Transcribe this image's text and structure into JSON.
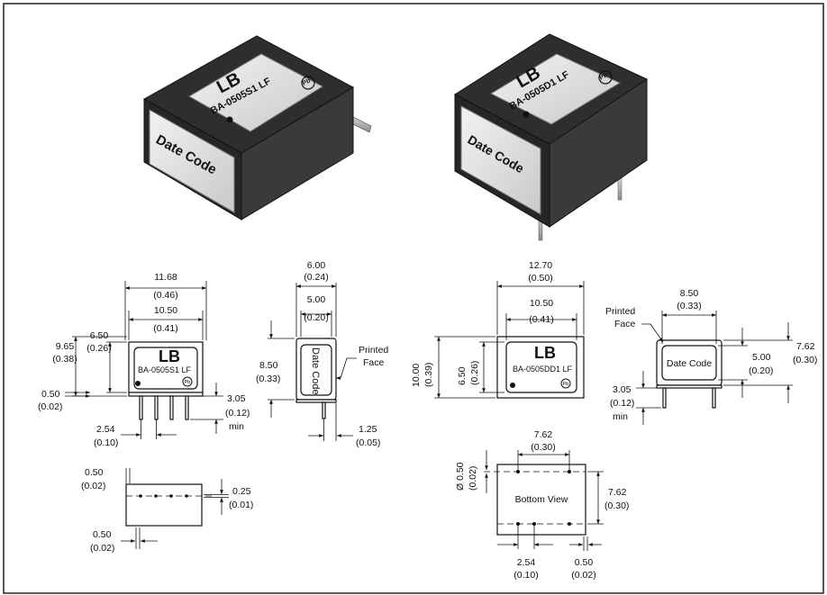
{
  "photo_left": {
    "part_marking": "BA-0505S1 LF",
    "date_code": "Date Code",
    "pb_mark": "Pb"
  },
  "photo_right": {
    "part_marking": "BA-0505D1 LF",
    "date_code": "Date Code",
    "pb_mark": "Pb"
  },
  "sip": {
    "front": {
      "part_marking": "BA-0505S1 LF",
      "pb_mark": "Pb",
      "dims": {
        "w_outer": "11.68",
        "w_outer_in": "(0.46)",
        "w_inner": "10.50",
        "w_inner_in": "(0.41)",
        "h_total": "9.65",
        "h_total_in": "(0.38)",
        "h_body": "6.50",
        "h_body_in": "(0.26)",
        "standoff": "0.50",
        "standoff_in": "(0.02)",
        "pin_len": "3.05",
        "pin_len_in": "(0.12)",
        "pin_len_min": "min",
        "pitch": "2.54",
        "pitch_in": "(0.10)"
      }
    },
    "side": {
      "date_code": "Date Code",
      "printed_face": [
        "Printed",
        "Face"
      ],
      "dims": {
        "depth_outer": "6.00",
        "depth_outer_in": "(0.24)",
        "depth_inner": "5.00",
        "depth_inner_in": "(0.20)",
        "height": "8.50",
        "height_in": "(0.33)",
        "pin_offset": "1.25",
        "pin_offset_in": "(0.05)"
      }
    },
    "bottom": {
      "dims": {
        "top_off": "0.50",
        "top_off_in": "(0.02)",
        "pin_dia": "0.25",
        "pin_dia_in": "(0.01)",
        "bottom_off": "0.50",
        "bottom_off_in": "(0.02)"
      }
    }
  },
  "dip": {
    "front": {
      "part_marking": "BA-0505DD1 LF",
      "pb_mark": "Pb",
      "dims": {
        "w_outer": "12.70",
        "w_outer_in": "(0.50)",
        "w_inner": "10.50",
        "w_inner_in": "(0.41)",
        "h_total": "10.00",
        "h_total_in": "(0.39)",
        "h_body": "6.50",
        "h_body_in": "(0.26)"
      }
    },
    "side": {
      "date_code": "Date Code",
      "printed_face": [
        "Printed",
        "Face"
      ],
      "dims": {
        "w": "8.50",
        "w_in": "(0.33)",
        "h_inner": "5.00",
        "h_inner_in": "(0.20)",
        "h_outer": "7.62",
        "h_outer_in": "(0.30)",
        "pin_len": "3.05",
        "pin_len_in": "(0.12)",
        "pin_len_min": "min"
      }
    },
    "bottom": {
      "title": "Bottom View",
      "dims": {
        "row_pitch": "7.62",
        "row_pitch_in": "(0.30)",
        "row_spacing": "7.62",
        "row_spacing_in": "(0.30)",
        "pin_dia": "Ø 0.50",
        "pin_dia_in": "(0.02)",
        "pitch": "2.54",
        "pitch_in": "(0.10)",
        "edge": "0.50",
        "edge_in": "(0.02)"
      }
    }
  }
}
